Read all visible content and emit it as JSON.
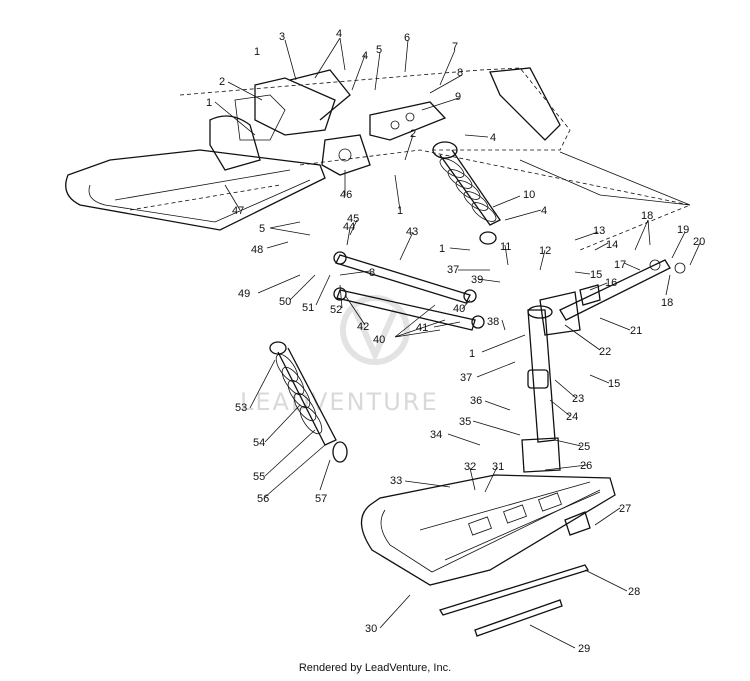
{
  "footer_text": "Rendered by LeadVenture, Inc.",
  "watermark_text": "LEADVENTURE",
  "callouts": [
    "1",
    "1",
    "2",
    "3",
    "4",
    "4",
    "5",
    "6",
    "7",
    "8",
    "9",
    "2",
    "4",
    "1",
    "46",
    "47",
    "10",
    "4",
    "13",
    "14",
    "18",
    "19",
    "20",
    "17",
    "18",
    "5",
    "45",
    "44",
    "48",
    "43",
    "8",
    "1",
    "11",
    "12",
    "15",
    "16",
    "21",
    "37",
    "39",
    "49",
    "50",
    "51",
    "52",
    "42",
    "40",
    "41",
    "40",
    "38",
    "1",
    "22",
    "37",
    "15",
    "23",
    "36",
    "24",
    "53",
    "35",
    "25",
    "34",
    "54",
    "32",
    "31",
    "26",
    "33",
    "55",
    "56",
    "57",
    "27",
    "28",
    "30",
    "29"
  ]
}
